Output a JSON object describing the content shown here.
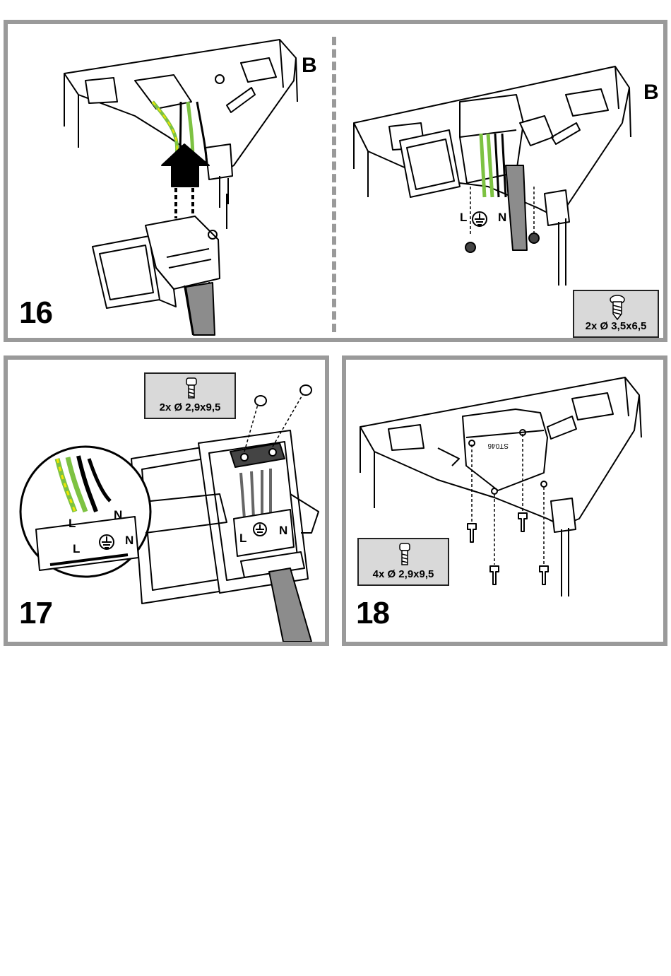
{
  "steps": {
    "step16": {
      "number": "16",
      "left_letter": "B",
      "right_letter": "B",
      "screw": "2x Ø 3,5x6,5",
      "terminal_labels": {
        "l": "L",
        "n": "N"
      }
    },
    "step17": {
      "number": "17",
      "screw": "2x Ø 2,9x9,5",
      "inset_labels": {
        "l": "L",
        "n": "N",
        "l_small": "L",
        "n_small": "N"
      },
      "box_labels": {
        "l": "L",
        "n": "N"
      }
    },
    "step18": {
      "number": "18",
      "screw": "4x Ø 2,9x9,5"
    }
  },
  "colors": {
    "panel_border": "#9a9a9a",
    "screw_box_fill": "#d9d9d9",
    "earth_wire_green": "#7dc242",
    "earth_wire_yellow": "#f2e600",
    "cable_grey": "#8c8c8c"
  },
  "icons": [
    "screw-icon",
    "earth-symbol-icon",
    "up-arrow-icon"
  ]
}
